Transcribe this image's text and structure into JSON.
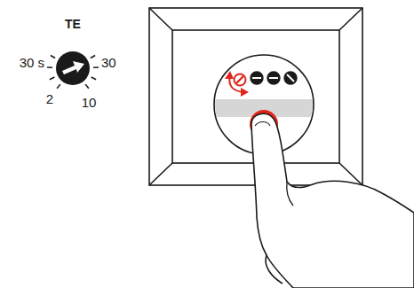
{
  "diagram": {
    "labels": [
      "TE",
      "30 s",
      "30",
      "2",
      "10"
    ]
  }
}
